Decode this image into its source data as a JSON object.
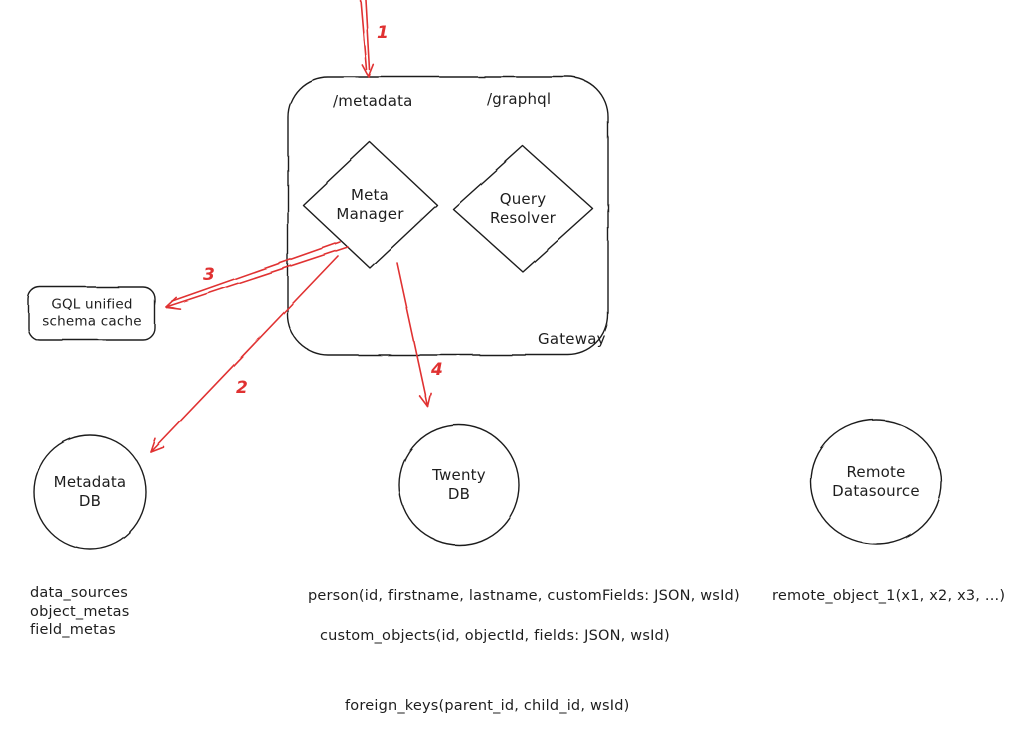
{
  "colors": {
    "ink": "#1e1e1e",
    "accent": "#e03131"
  },
  "gateway": {
    "label": "Gateway",
    "route_metadata": "/metadata",
    "route_graphql": "/graphql",
    "meta_manager": "Meta\nManager",
    "query_resolver": "Query\nResolver"
  },
  "cache": {
    "label": "GQL unified\nschema cache"
  },
  "nodes": {
    "metadata_db": "Metadata\nDB",
    "twenty_db": "Twenty\nDB",
    "remote_datasource": "Remote\nDatasource"
  },
  "arrows": {
    "step1": "1",
    "step2": "2",
    "step3": "3",
    "step4": "4"
  },
  "schemas": {
    "metadata_db_tables": "data_sources\nobject_metas\nfield_metas",
    "person": "person(id, firstname, lastname, customFields: JSON, wsId)",
    "custom_objects": "custom_objects(id, objectId, fields: JSON, wsId)",
    "remote_object": "remote_object_1(x1, x2, x3, ...)",
    "foreign_keys": "foreign_keys(parent_id, child_id, wsId)"
  }
}
